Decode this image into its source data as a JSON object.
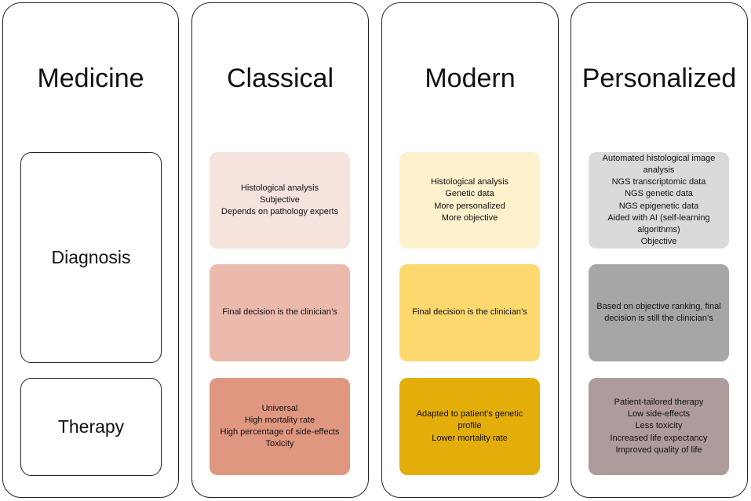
{
  "columns": {
    "medicine": {
      "title": "Medicine"
    },
    "classical": {
      "title": "Classical"
    },
    "modern": {
      "title": "Modern"
    },
    "personalized": {
      "title": "Personalized"
    }
  },
  "rows": {
    "diagnosis": "Diagnosis",
    "therapy": "Therapy"
  },
  "colors": {
    "classical_diagnosis": "#f6e3de",
    "classical_decision": "#ebbaad",
    "classical_therapy": "#e09780",
    "modern_diagnosis": "#fdf2cd",
    "modern_decision": "#fcd86f",
    "modern_therapy": "#e3ad0a",
    "personalized_diagnosis": "#dadada",
    "personalized_decision": "#a6a6a6",
    "personalized_therapy": "#ae9b9b"
  },
  "cells": {
    "classical_diagnosis": [
      "Histological analysis",
      "Subjective",
      "Depends on pathology experts"
    ],
    "classical_decision": [
      "Final decision is the clinician’s"
    ],
    "classical_therapy": [
      "Universal",
      "High mortality rate",
      "High percentage of side-effects",
      "Toxicity"
    ],
    "modern_diagnosis": [
      "Histological analysis",
      "Genetic data",
      "More personalized",
      "More objective"
    ],
    "modern_decision": [
      "Final decision is the clinician’s"
    ],
    "modern_therapy": [
      "Adapted to patient’s genetic profile",
      "Lower mortality rate"
    ],
    "personalized_diagnosis": [
      "Automated histological image",
      "analysis",
      "NGS transcriptomic data",
      "NGS genetic data",
      "NGS epigenetic data",
      "Aided with AI (self-learning",
      "algorithms)",
      "Objective"
    ],
    "personalized_decision": [
      "Based on objective ranking, final",
      "decision is still the clinician’s"
    ],
    "personalized_therapy": [
      "Patient-tailored therapy",
      "Low side-effects",
      "Less toxicity",
      "Increased life expectancy",
      "Improved quality of life"
    ]
  }
}
